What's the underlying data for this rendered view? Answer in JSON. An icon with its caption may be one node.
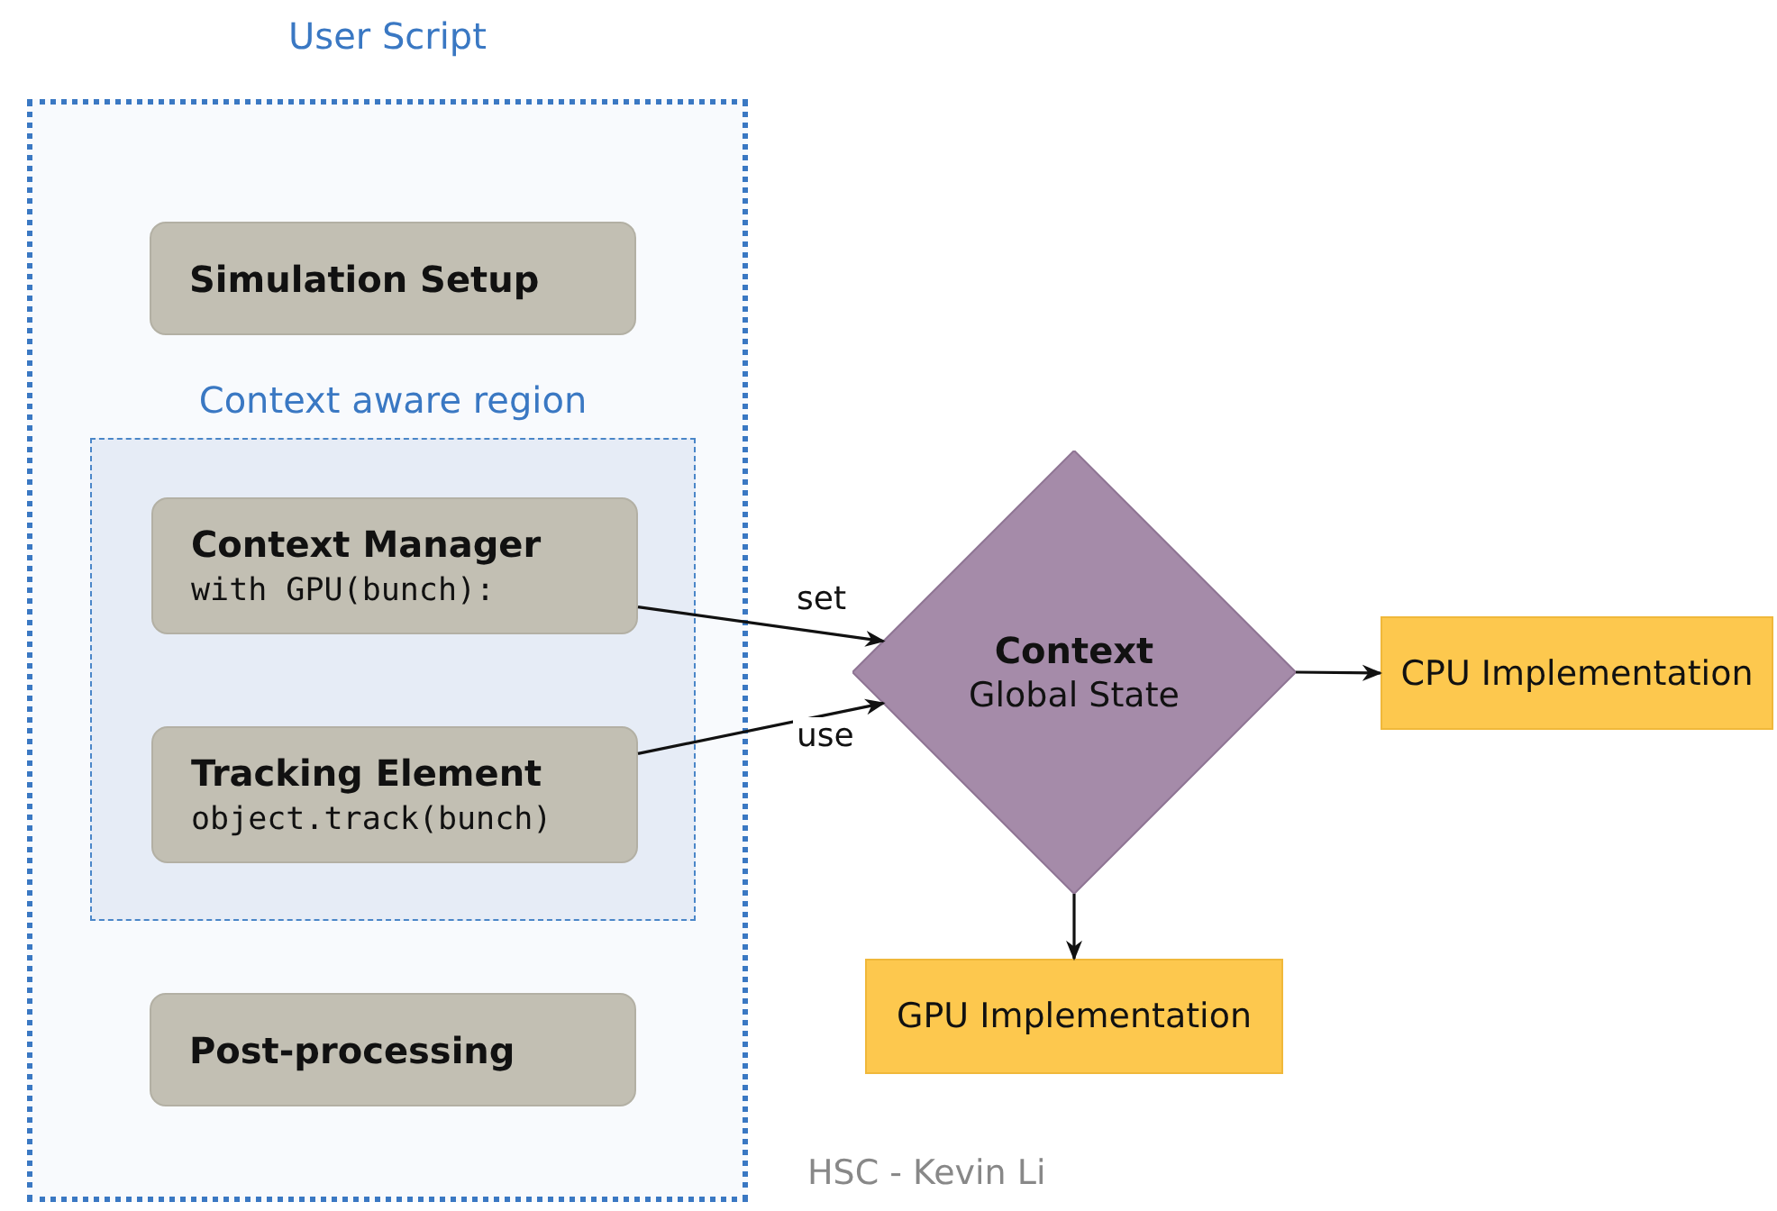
{
  "diagram": {
    "nodes": [
      {
        "text": [
          "User Script"
        ]
      },
      {
        "text": [
          "Simulation Setup"
        ],
        "in": 0
      },
      {
        "text": [
          "Context aware region"
        ],
        "in": 0
      },
      {
        "text": [
          "Context Manager",
          "with GPU(bunch):"
        ],
        "in": 2
      },
      {
        "text": [
          "Tracking Element",
          "object.track(bunch)"
        ],
        "in": 2
      },
      {
        "text": [
          "Post-processing"
        ],
        "in": 0
      },
      {
        "text": [
          "Context",
          "Global State"
        ]
      },
      {
        "text": [
          "CPU Implementation"
        ]
      },
      {
        "text": [
          "GPU Implementation"
        ]
      }
    ],
    "edges": [
      {
        "from": 3,
        "to": 6,
        "arrow": "to",
        "label": "set"
      },
      {
        "from": 4,
        "to": 6,
        "arrow": "to",
        "label": "use"
      },
      {
        "from": 6,
        "to": 7,
        "arrow": "to"
      },
      {
        "from": 6,
        "to": 8,
        "arrow": "to"
      }
    ],
    "labels": [
      "HSC - Kevin Li"
    ]
  }
}
